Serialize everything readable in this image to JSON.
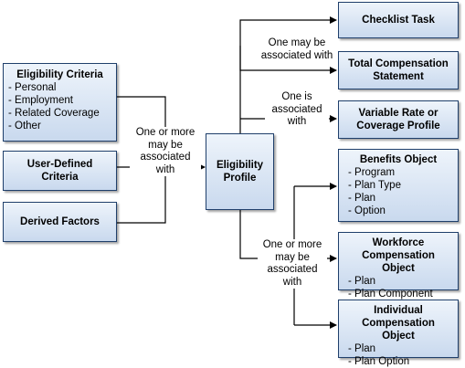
{
  "boxes": {
    "eligibility_criteria": {
      "title": "Eligibility Criteria",
      "items": [
        "- Personal",
        "- Employment",
        "- Related Coverage",
        "- Other"
      ]
    },
    "user_defined_criteria": {
      "title": "User-Defined Criteria"
    },
    "derived_factors": {
      "title": "Derived Factors"
    },
    "eligibility_profile": {
      "title": "Eligibility Profile"
    },
    "checklist_task": {
      "title": "Checklist Task"
    },
    "total_compensation_statement": {
      "title": "Total Compensation Statement"
    },
    "variable_rate": {
      "title": "Variable Rate or Coverage Profile"
    },
    "benefits_object": {
      "title": "Benefits Object",
      "items": [
        "- Program",
        "- Plan Type",
        "- Plan",
        "- Option"
      ]
    },
    "workforce_compensation_object": {
      "title": "Workforce Compensation Object",
      "items": [
        "- Plan",
        "- Plan Component"
      ]
    },
    "individual_compensation_object": {
      "title": "Individual Compensation Object",
      "items": [
        "- Plan",
        "- Plan Option"
      ]
    }
  },
  "connector_labels": {
    "left": "One or more may be associated with",
    "top": "One may be associated with",
    "middle": "One is associated with",
    "bottom": "One or more may be associated with"
  }
}
